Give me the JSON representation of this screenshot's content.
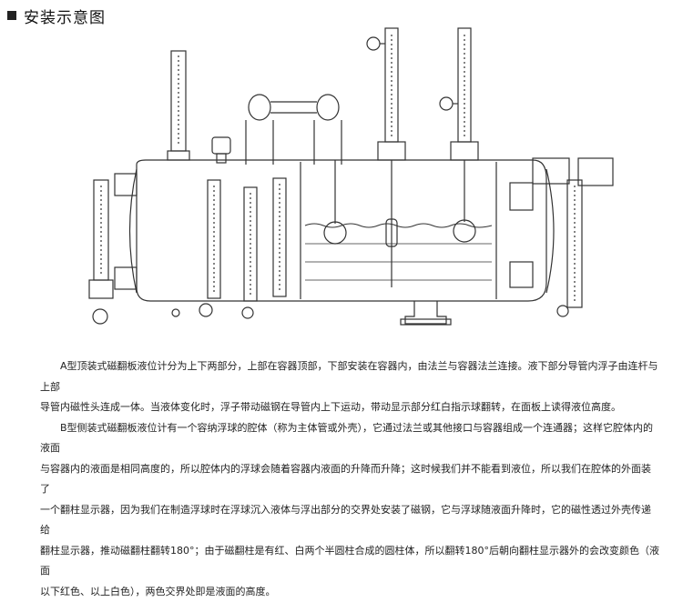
{
  "header": {
    "title": "安装示意图"
  },
  "diagram": {
    "description_icon": "level-gauge-installation-diagram"
  },
  "paragraphs": {
    "p1_line1": "A型顶装式磁翻板液位计分为上下两部分，上部在容器顶部，下部安装在容器内，由法兰与容器法兰连接。液下部分导管内浮子由连杆与上部",
    "p1_line2": "导管内磁性头连成一体。当液体变化时，浮子带动磁钢在导管内上下运动，带动显示部分红白指示球翻转，在面板上读得液位高度。",
    "p2_line1": "B型侧装式磁翻板液位计有一个容纳浮球的腔体（称为主体管或外壳），它通过法兰或其他接口与容器组成一个连通器；这样它腔体内的液面",
    "p2_line2": "与容器内的液面是相同高度的，所以腔体内的浮球会随着容器内液面的升降而升降；这时候我们并不能看到液位，所以我们在腔体的外面装了",
    "p2_line3": "一个翻柱显示器，因为我们在制造浮球时在浮球沉入液体与浮出部分的交界处安装了磁钢，它与浮球随液面升降时，它的磁性透过外壳传递给",
    "p2_line4": "翻柱显示器，推动磁翻柱翻转180°；由于磁翻柱是有红、白两个半圆柱合成的圆柱体，所以翻转180°后朝向翻柱显示器外的会改变颜色（液面",
    "p2_line5": "以下红色、以上白色），两色交界处即是液面的高度。"
  },
  "colors": {
    "line": "#333333",
    "text": "#222222"
  }
}
